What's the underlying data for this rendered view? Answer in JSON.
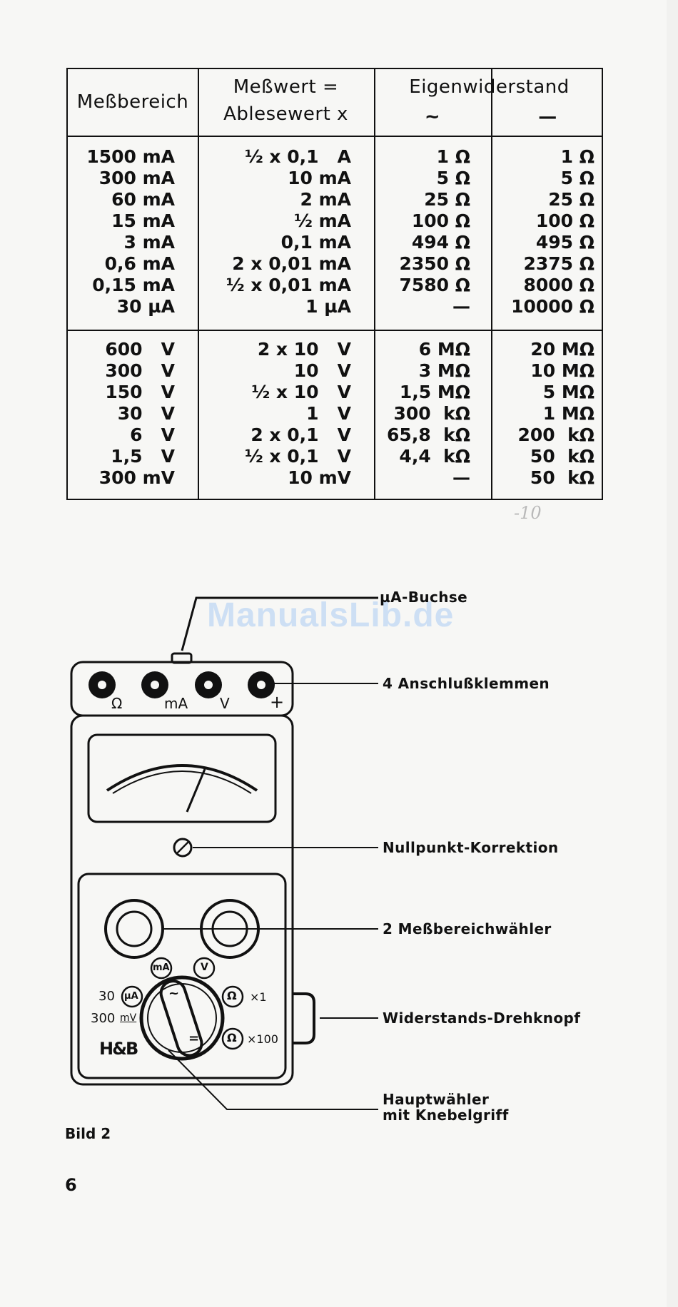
{
  "table": {
    "headers": {
      "range": "Meßbereich",
      "reading_line1": "Meßwert =",
      "reading_line2": "Ablesewert x",
      "resistance": "Eigenwiderstand",
      "ac_symbol": "~",
      "dc_symbol": "—"
    },
    "current_rows": [
      {
        "range": "1500 mA",
        "reading": "½ x 0,1   A",
        "ac": "1 Ω",
        "dc": "1 Ω"
      },
      {
        "range": "300 mA",
        "reading": "10 mA",
        "ac": "5 Ω",
        "dc": "5 Ω"
      },
      {
        "range": "60 mA",
        "reading": "2 mA",
        "ac": "25 Ω",
        "dc": "25 Ω"
      },
      {
        "range": "15 mA",
        "reading": "½ mA",
        "ac": "100 Ω",
        "dc": "100 Ω"
      },
      {
        "range": "3 mA",
        "reading": "0,1 mA",
        "ac": "494 Ω",
        "dc": "495 Ω"
      },
      {
        "range": "0,6 mA",
        "reading": "2 x 0,01 mA",
        "ac": "2350 Ω",
        "dc": "2375 Ω"
      },
      {
        "range": "0,15 mA",
        "reading": "½ x 0,01 mA",
        "ac": "7580 Ω",
        "dc": "8000 Ω"
      },
      {
        "range": "30 µA",
        "reading": "1 µA",
        "ac": "—",
        "dc": "10000 Ω"
      }
    ],
    "voltage_rows": [
      {
        "range": "600   V",
        "reading": "2 x 10   V",
        "ac": "6 MΩ",
        "dc": "20 MΩ"
      },
      {
        "range": "300   V",
        "reading": "10   V",
        "ac": "3 MΩ",
        "dc": "10 MΩ"
      },
      {
        "range": "150   V",
        "reading": "½ x 10   V",
        "ac": "1,5 MΩ",
        "dc": "5 MΩ"
      },
      {
        "range": "30   V",
        "reading": "1   V",
        "ac": "300  kΩ",
        "dc": "1 MΩ"
      },
      {
        "range": "6   V",
        "reading": "2 x 0,1   V",
        "ac": "65,8  kΩ",
        "dc": "200  kΩ"
      },
      {
        "range": "1,5   V",
        "reading": "½ x 0,1   V",
        "ac": "4,4  kΩ",
        "dc": "50  kΩ"
      },
      {
        "range": "300 mV",
        "reading": "10 mV",
        "ac": "—",
        "dc": "50  kΩ"
      }
    ]
  },
  "figure": {
    "callouts": {
      "ua_jack": "µA-Buchse",
      "terminals": "4 Anschlußklemmen",
      "zero_adjust": "Nullpunkt-Korrektion",
      "range_selectors": "2 Meßbereichwähler",
      "resistance_knob": "Widerstands-Drehknopf",
      "main_selector_line1": "Hauptwähler",
      "main_selector_line2": "mit Knebelgriff"
    },
    "terminal_labels": [
      "Ω",
      "mA",
      "V",
      "+"
    ],
    "dial_labels": {
      "ma": "mA",
      "v": "V",
      "ua_range": "30",
      "ua": "µA",
      "mv_range": "300",
      "mv": "mV",
      "ohm_x1_symbol": "Ω",
      "ohm_x1": "×1",
      "ohm_x100_symbol": "Ω",
      "ohm_x100": "×100",
      "ac": "~",
      "dc": "=",
      "logo": "H&B"
    },
    "caption": "Bild 2"
  },
  "watermark": "ManualsLib.de",
  "page_number": "6",
  "handwritten_note": "-10"
}
